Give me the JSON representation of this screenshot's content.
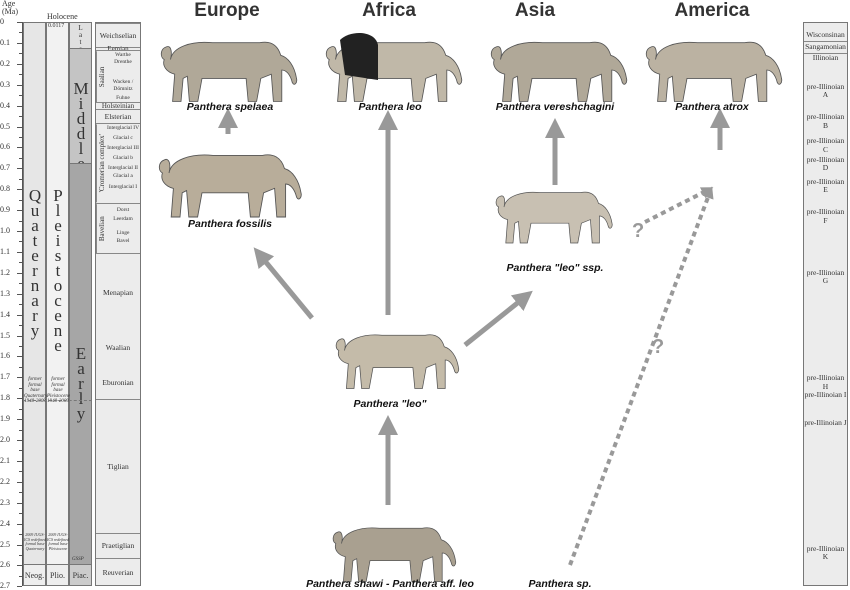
{
  "axis": {
    "title_line1": "Age",
    "title_line2": "(Ma)",
    "ticks": [
      "0",
      "0.1",
      "0.2",
      "0.3",
      "0.4",
      "0.5",
      "0.6",
      "0.7",
      "0.8",
      "0.9",
      "1.0",
      "1.1",
      "1.2",
      "1.3",
      "1.4",
      "1.5",
      "1.6",
      "1.7",
      "1.8",
      "1.9",
      "2.0",
      "2.1",
      "2.2",
      "2.3",
      "2.4",
      "2.5",
      "2.6",
      "2.7"
    ]
  },
  "columns": {
    "system": "Quaternary",
    "series": "Pleistocene",
    "holocene": "Holocene",
    "holocene_age": "0.0117",
    "late": "Late",
    "middle": "Middle",
    "early": "Early",
    "neogene": "Neog.",
    "pliocene": "Plio.",
    "piacenzian": "Piac.",
    "gssp": "GSSP",
    "former_base_q": "former formal base Quaternary 1948-2009",
    "former_base_p": "former formal base Pleistocene 1948-2009",
    "redefined_q": "2009 IUGS-ICS redefined formal base Quaternary",
    "redefined_p": "2009 IUGS-ICS redefined formal base Pleistocene"
  },
  "european_stages": [
    {
      "name": "Weichselian",
      "start": 0,
      "end": 0.115
    },
    {
      "name": "Eemian",
      "start": 0.115,
      "end": 0.13
    },
    {
      "name": "Holsteinian",
      "start": 0.38,
      "end": 0.41
    },
    {
      "name": "Elsterian",
      "start": 0.41,
      "end": 0.48
    },
    {
      "name": "Menapian / Waalian / Eburonian",
      "start": 1.1,
      "end": 1.8
    },
    {
      "name": "Tiglian",
      "start": 1.8,
      "end": 2.44
    },
    {
      "name": "Praetiglian",
      "start": 2.44,
      "end": 2.56
    },
    {
      "name": "Reuverian",
      "start": 2.56,
      "end": 2.7
    }
  ],
  "groups": {
    "saalian": "Saalian",
    "cromerian": "'Cromerian complex'",
    "bavelian": "Bavelian"
  },
  "substages": {
    "saalian": [
      "Warthe",
      "Drenthe",
      "Wacken / Dömnitz",
      "Fuhne"
    ],
    "cromerian": [
      "Interglacial IV",
      "Glacial c",
      "Interglacial III",
      "Glacial b",
      "Interglacial II",
      "Glacial a",
      "Interglacial I"
    ],
    "bavelian": [
      "Dorst",
      "Leerdam",
      "Linge",
      "Bavel"
    ],
    "early": [
      "Menapian",
      "Waalian",
      "Eburonian"
    ]
  },
  "american_stages": [
    {
      "name": "Wisconsinan",
      "age": 0.06
    },
    {
      "name": "Sangamonian",
      "age": 0.12
    },
    {
      "name": "Illinoian",
      "age": 0.17
    },
    {
      "name": "pre-Illinoian A",
      "age": 0.31
    },
    {
      "name": "pre-Illinoian B",
      "age": 0.455
    },
    {
      "name": "pre-Illinoian C",
      "age": 0.57
    },
    {
      "name": "pre-Illinoian D",
      "age": 0.66
    },
    {
      "name": "pre-Illinoian E",
      "age": 0.765
    },
    {
      "name": "pre-Illinoian F",
      "age": 0.91
    },
    {
      "name": "pre-Illinoian G",
      "age": 1.2
    },
    {
      "name": "pre-Illinoian H",
      "age": 1.705
    },
    {
      "name": "pre-Illinoian I",
      "age": 1.785
    },
    {
      "name": "pre-Illinoian J",
      "age": 1.92
    },
    {
      "name": "pre-Illinoian K",
      "age": 2.52
    }
  ],
  "regions": {
    "europe": "Europe",
    "africa": "Africa",
    "asia": "Asia",
    "america": "America"
  },
  "taxa": {
    "spelaea": "Panthera spelaea",
    "fossilis": "Panthera fossilis",
    "leo": "Panthera leo",
    "vereshchagini": "Panthera vereshchagini",
    "atrox": "Panthera atrox",
    "leo_ssp": "Panthera \"leo\" ssp.",
    "leo_q": "Panthera \"leo\"",
    "shawi": "Panthera shawi - Panthera aff. leo",
    "sp": "Panthera sp."
  },
  "question_mark": "?",
  "colors": {
    "arrow": "#999999",
    "quaternary": "#e6e6e6",
    "pleistocene": "#f2f2f2",
    "late": "#e0e0e0",
    "middle": "#c4c4c4",
    "early": "#a6a6a6",
    "stage": "#ececec"
  }
}
